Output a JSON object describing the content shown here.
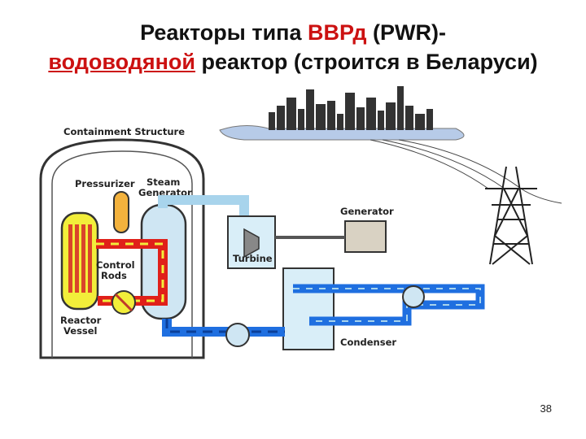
{
  "title": {
    "line1_pre": "Реакторы типа ",
    "line1_accent": "ВВРд",
    "line1_post": " (PWR)-",
    "line2_accent": "водоводяной",
    "line2_post": " реактор (строится в Беларуси)"
  },
  "labels": {
    "containment": "Containment Structure",
    "pressurizer": "Pressurizer",
    "steam_1": "Steam",
    "steam_2": "Generator",
    "control_1": "Control",
    "control_2": "Rods",
    "reactor_1": "Reactor",
    "reactor_2": "Vessel",
    "generator": "Generator",
    "turbine": "Turbine",
    "condenser": "Condenser"
  },
  "page_number": "38",
  "colors": {
    "hot_loop": "#e0201a",
    "cold_water": "#1f6fe0",
    "steam": "#a8d4ec",
    "reactor_core": "#f2ee3a",
    "city": "#333333",
    "accent_text": "#cc1111"
  }
}
